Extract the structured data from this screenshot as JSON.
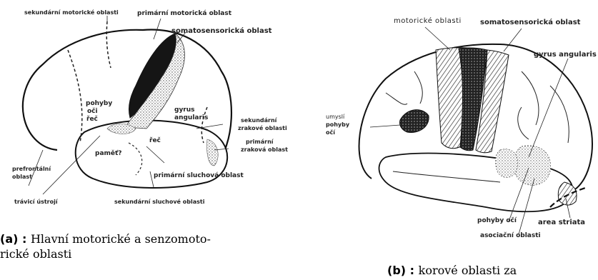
{
  "figure_a": {
    "labels": {
      "sek_motor": "sekundární motorické oblasti",
      "prim_motor": "primární motorická oblast",
      "somato": "somatosensorická oblast",
      "pohyby1": "pohyby",
      "pohyby2": "oči",
      "rec_upper": "řeč",
      "gyrus1": "gyrus",
      "gyrus2": "angularis",
      "sek_zrak1": "sekundární",
      "sek_zrak2": "zrakové oblasti",
      "prim_zrak1": "primární",
      "prim_zrak2": "zraková oblast",
      "rec_lower": "řeč",
      "pamet": "paměť?",
      "prefront1": "prefrontální",
      "prefront2": "oblast",
      "prim_sluch": "primární sluchová oblast",
      "traveni": "trávicí ústrojí",
      "sek_sluch": "sekundární sluchové oblasti"
    },
    "caption": {
      "prefix": "(a)",
      "sep": " : ",
      "line1": "Hlavní motorické a senzomoto-",
      "line2": "rické oblasti"
    }
  },
  "figure_b": {
    "labels": {
      "motor": "motorické oblasti",
      "somato": "somatosensorická oblast",
      "gyrus": "gyrus angularis",
      "umysl1": "umyslí",
      "umysl2": "pohyby",
      "umysl3": "očí",
      "pohyby_oci": "pohyby očí",
      "asoc": "asociační oblasti",
      "area": "area striata"
    },
    "caption": {
      "prefix": "(b)",
      "sep": " : ",
      "line1": "korové oblasti za"
    }
  }
}
